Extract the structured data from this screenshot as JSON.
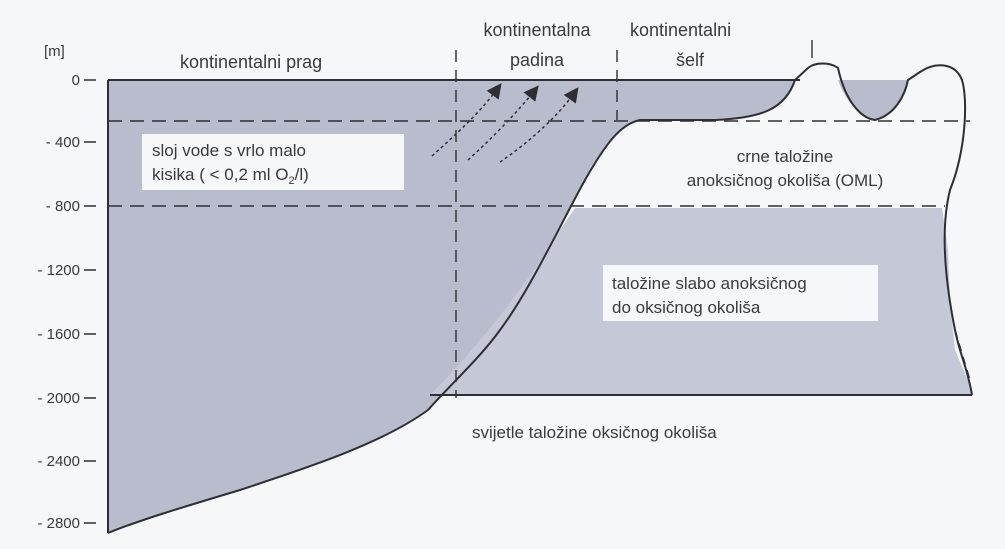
{
  "axis": {
    "unit": "[m]",
    "ticks": [
      "0",
      "- 400",
      "- 800",
      "- 1200",
      "- 1600",
      "- 2000",
      "- 2400",
      "- 2800"
    ]
  },
  "zones": {
    "prag": "kontinentalni prag",
    "padina_line1": "kontinentalna",
    "padina_line2": "padina",
    "self_line1": "kontinentalni",
    "self_line2": "šelf"
  },
  "notes": {
    "oxygen_line1": "sloj vode s vrlo malo",
    "oxygen_line2": "kisika ( < 0,2 ml O",
    "oxygen_sub": "2",
    "oxygen_tail": "/l)",
    "black_line1": "crne taložine",
    "black_line2": "anoksičnog okoliša (OML)",
    "weak_line1": "taložine slabo anoksičnog",
    "weak_line2": "do oksičnog okoliša",
    "light": "svijetle taložine oksičnog okoliša"
  },
  "colors": {
    "water": "#b9bccc",
    "background": "#f6f7f8",
    "ink": "#3a3a40"
  }
}
